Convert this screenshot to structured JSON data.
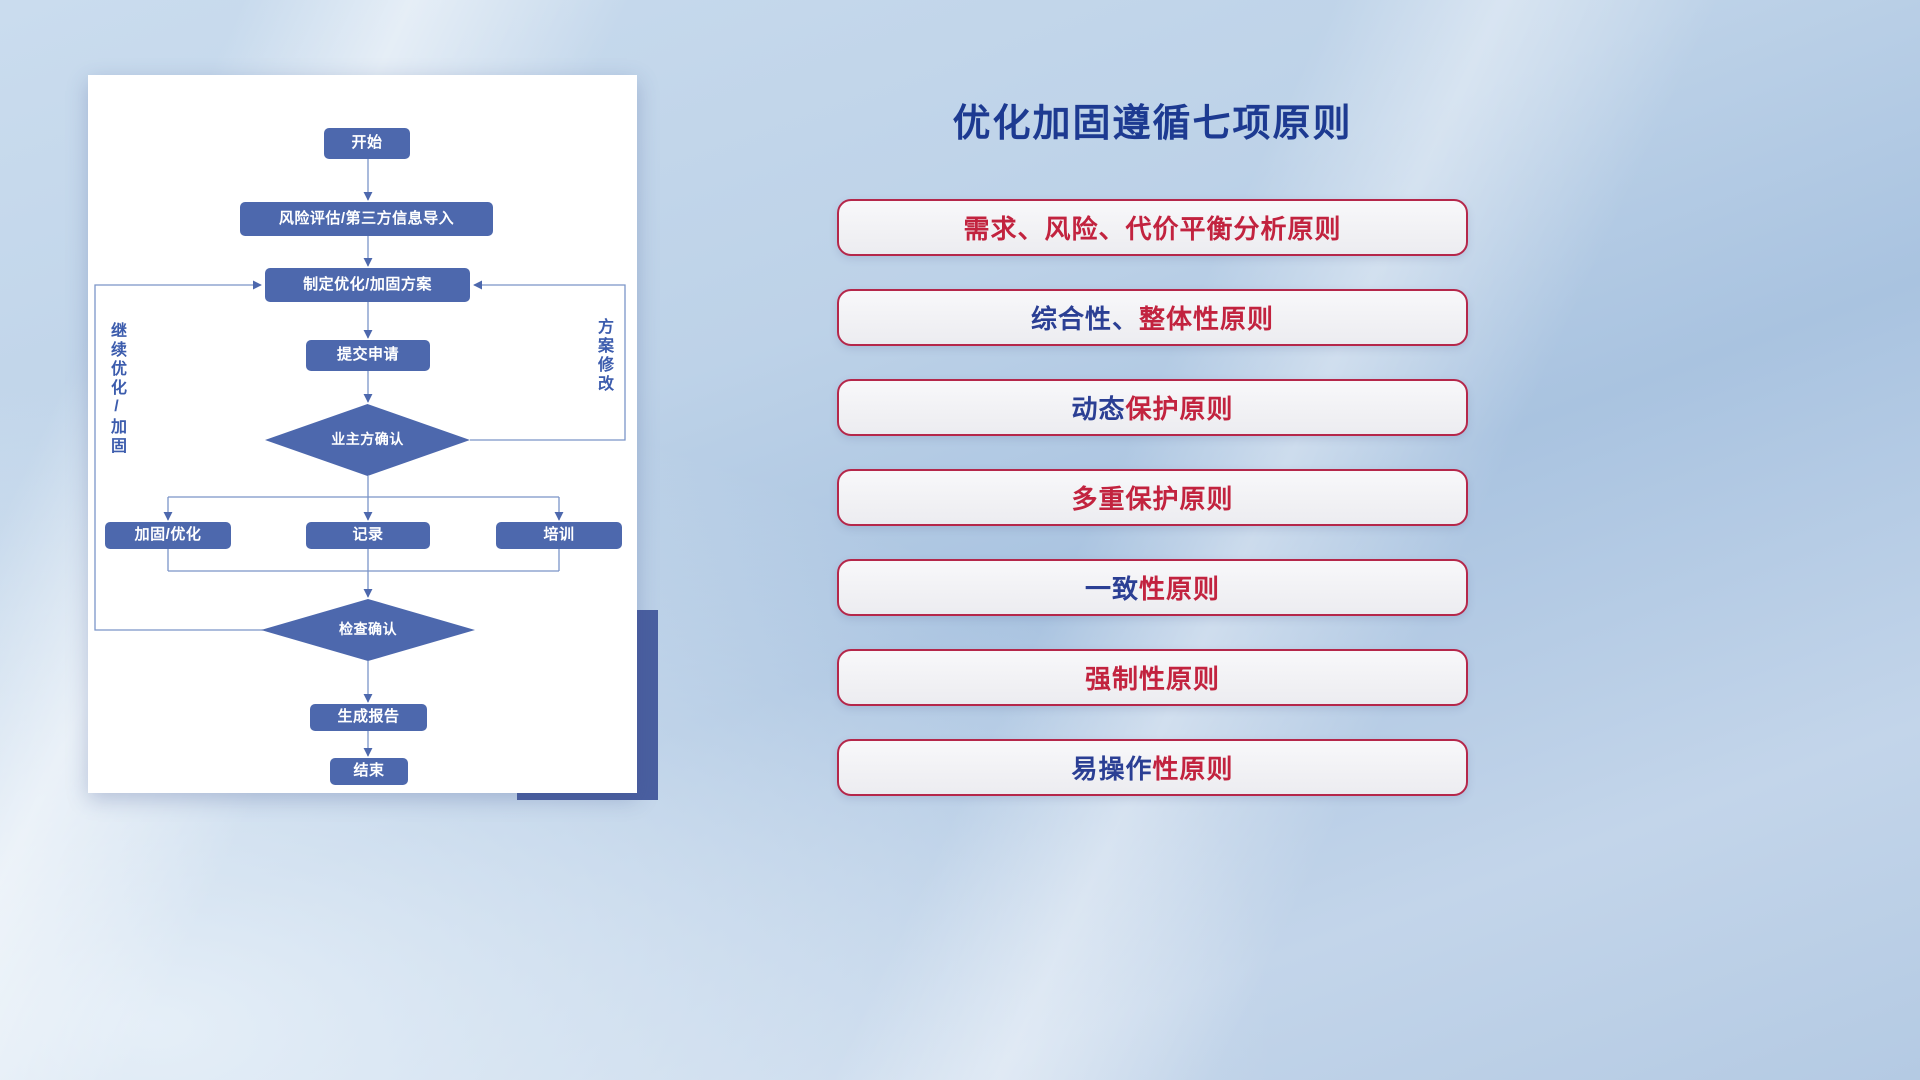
{
  "title": "优化加固遵循七项原则",
  "colors": {
    "title": "#1d3a91",
    "node_fill": "#4d68ad",
    "line": "#7b95c8",
    "principle_red": "#c2233f",
    "principle_blue": "#2b3f94",
    "accent_rect": "#4a5fa0"
  },
  "flowchart": {
    "nodes": {
      "start": "开始",
      "risk": "风险评估/第三方信息导入",
      "plan": "制定优化/加固方案",
      "submit": "提交申请",
      "owner_confirm": "业主方确认",
      "harden": "加固/优化",
      "record": "记录",
      "training": "培训",
      "check_confirm": "检查确认",
      "report": "生成报告",
      "end": "结束"
    },
    "labels": {
      "left_loop": "继续优化/加固",
      "right_loop": "方案修改"
    }
  },
  "principles": [
    {
      "parts": [
        {
          "text": "需求、风险、代价平衡分析原则",
          "color": "red"
        }
      ]
    },
    {
      "parts": [
        {
          "text": "综合性、",
          "color": "blue"
        },
        {
          "text": "整体性原则",
          "color": "red"
        }
      ]
    },
    {
      "parts": [
        {
          "text": "动态",
          "color": "blue"
        },
        {
          "text": "保护原则",
          "color": "red"
        }
      ]
    },
    {
      "parts": [
        {
          "text": "多重保护原则",
          "color": "red"
        }
      ]
    },
    {
      "parts": [
        {
          "text": "一致",
          "color": "blue"
        },
        {
          "text": "性原则",
          "color": "red"
        }
      ]
    },
    {
      "parts": [
        {
          "text": "强制性原则",
          "color": "red"
        }
      ]
    },
    {
      "parts": [
        {
          "text": "易操作",
          "color": "blue"
        },
        {
          "text": "性原则",
          "color": "red"
        }
      ]
    }
  ]
}
